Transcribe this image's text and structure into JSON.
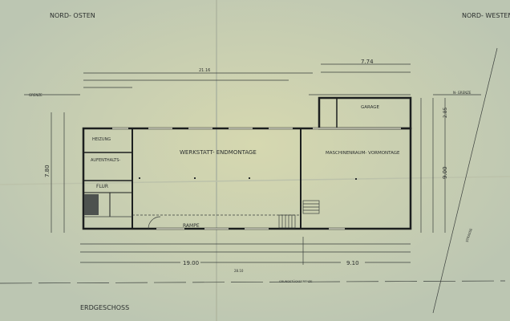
{
  "orientation": {
    "left": "NORD- OSTEN",
    "right": "NORD- WESTEN"
  },
  "title": "ERDGESCHOSS",
  "rooms": {
    "workshop": "WERKSTATT- ENDMONTAGE",
    "machine_room": "MASCHINENRAUM- VORMONTAGE",
    "garage": "GARAGE",
    "heating": "HEIZUNG",
    "lounge": "AUFENTHALTS-",
    "hall": "FLUR",
    "ramp": "RAMPE"
  },
  "dimensions": {
    "total_top": "21.16",
    "garage_top": "7.74",
    "left_height": "7.80",
    "right_height": "9.00",
    "garage_depth": "2.85",
    "workshop_length": "19.00",
    "machine_length": "9.10",
    "total_length": "28.10"
  },
  "boundary": {
    "left": "GRENZE",
    "right": "N- GRENZE",
    "bottom": "GRUNDSTÜCKSGRENZE",
    "street": "STRASSE"
  },
  "colors": {
    "paper": "#c9cfb6",
    "ink": "#1c1f1f"
  }
}
